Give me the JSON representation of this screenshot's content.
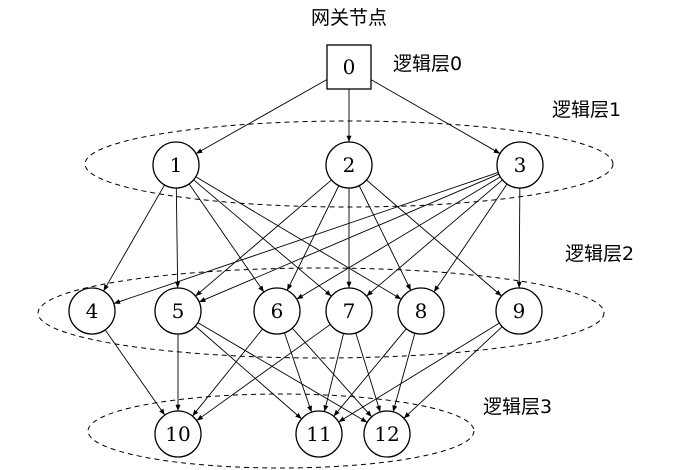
{
  "title": "网关节点",
  "layers": [
    {
      "label": "逻辑层0"
    },
    {
      "label": "逻辑层1"
    },
    {
      "label": "逻辑层2"
    },
    {
      "label": "逻辑层3"
    }
  ],
  "nodes": [
    {
      "id": "0",
      "shape": "square",
      "layer": 0
    },
    {
      "id": "1",
      "shape": "circle",
      "layer": 1
    },
    {
      "id": "2",
      "shape": "circle",
      "layer": 1
    },
    {
      "id": "3",
      "shape": "circle",
      "layer": 1
    },
    {
      "id": "4",
      "shape": "circle",
      "layer": 2
    },
    {
      "id": "5",
      "shape": "circle",
      "layer": 2
    },
    {
      "id": "6",
      "shape": "circle",
      "layer": 2
    },
    {
      "id": "7",
      "shape": "circle",
      "layer": 2
    },
    {
      "id": "8",
      "shape": "circle",
      "layer": 2
    },
    {
      "id": "9",
      "shape": "circle",
      "layer": 2
    },
    {
      "id": "10",
      "shape": "circle",
      "layer": 3
    },
    {
      "id": "11",
      "shape": "circle",
      "layer": 3
    },
    {
      "id": "12",
      "shape": "circle",
      "layer": 3
    }
  ],
  "edges": [
    [
      "0",
      "1"
    ],
    [
      "0",
      "2"
    ],
    [
      "0",
      "3"
    ],
    [
      "1",
      "4"
    ],
    [
      "1",
      "5"
    ],
    [
      "1",
      "6"
    ],
    [
      "1",
      "7"
    ],
    [
      "1",
      "8"
    ],
    [
      "2",
      "5"
    ],
    [
      "2",
      "6"
    ],
    [
      "2",
      "7"
    ],
    [
      "2",
      "8"
    ],
    [
      "2",
      "9"
    ],
    [
      "3",
      "4"
    ],
    [
      "3",
      "5"
    ],
    [
      "3",
      "6"
    ],
    [
      "3",
      "7"
    ],
    [
      "3",
      "8"
    ],
    [
      "3",
      "9"
    ],
    [
      "4",
      "10"
    ],
    [
      "5",
      "10"
    ],
    [
      "5",
      "11"
    ],
    [
      "5",
      "12"
    ],
    [
      "6",
      "10"
    ],
    [
      "6",
      "11"
    ],
    [
      "6",
      "12"
    ],
    [
      "7",
      "10"
    ],
    [
      "7",
      "11"
    ],
    [
      "7",
      "12"
    ],
    [
      "8",
      "11"
    ],
    [
      "8",
      "12"
    ],
    [
      "9",
      "11"
    ],
    [
      "9",
      "12"
    ]
  ]
}
